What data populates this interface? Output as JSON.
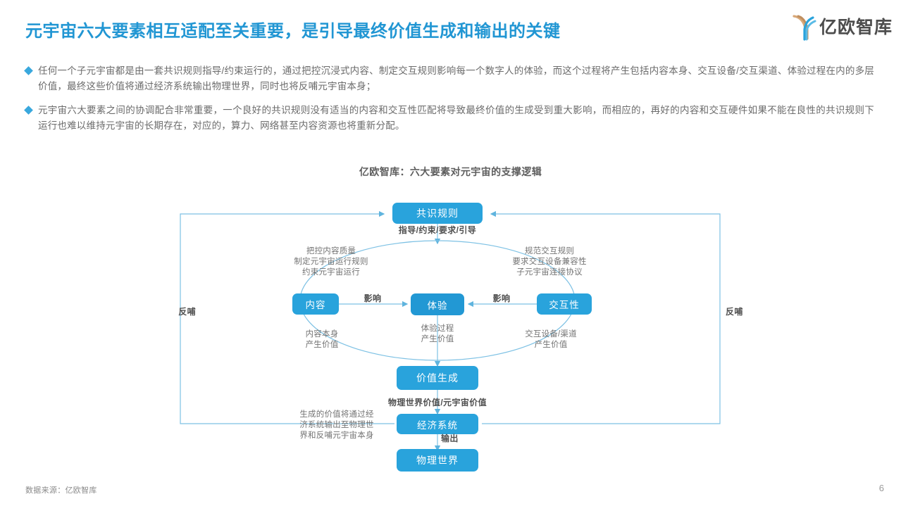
{
  "header": {
    "title": "元宇宙六大要素相互适配至关重要，是引导最终价值生成和输出的关键",
    "logo_wordmark": "亿欧智库",
    "accent_color": "#2196d3"
  },
  "bullets": [
    "任何一个子元宇宙都是由一套共识规则指导/约束运行的，通过把控沉浸式内容、制定交互规则影响每一个数字人的体验，而这个过程将产生包括内容本身、交互设备/交互渠道、体验过程在内的多层价值，最终这些价值将通过经济系统输出物理世界，同时也将反哺元宇宙本身；",
    "元宇宙六大要素之间的协调配合非常重要，一个良好的共识规则没有适当的内容和交互性匹配将导致最终价值的生成受到重大影响，而相应的，再好的内容和交互硬件如果不能在良性的共识规则下运行也难以维持元宇宙的长期存在，对应的，算力、网络甚至内容资源也将重新分配。"
  ],
  "chart_data": {
    "type": "diagram",
    "title": "亿欧智库：六大要素对元宇宙的支撑逻辑",
    "node_color": "#29a3dc",
    "line_color": "#6bb8e0",
    "nodes": [
      {
        "id": "consensus",
        "label": "共识规则"
      },
      {
        "id": "content",
        "label": "内容"
      },
      {
        "id": "experience",
        "label": "体验"
      },
      {
        "id": "interactivity",
        "label": "交互性"
      },
      {
        "id": "value_generation",
        "label": "价值生成"
      },
      {
        "id": "economic_system",
        "label": "经济系统"
      },
      {
        "id": "physical_world",
        "label": "物理世界"
      }
    ],
    "edge_labels": [
      {
        "id": "guide",
        "text": "指导/约束/要求/引导",
        "bold": true
      },
      {
        "id": "influence-left",
        "text": "影响",
        "bold": true
      },
      {
        "id": "influence-right",
        "text": "影响",
        "bold": true
      },
      {
        "id": "value-type",
        "text": "物理世界价值/元宇宙价值",
        "bold": true
      },
      {
        "id": "output",
        "text": "输出",
        "bold": true
      },
      {
        "id": "feedback-left",
        "text": "反哺",
        "bold": true
      },
      {
        "id": "feedback-right",
        "text": "反哺",
        "bold": true
      }
    ],
    "annotations": [
      {
        "id": "content-rules",
        "text": "把控内容质量\n制定元宇宙运行规则\n约束元宇宙运行"
      },
      {
        "id": "interaction-rules",
        "text": "规范交互规则\n要求交互设备兼容性\n子元宇宙连接协议"
      },
      {
        "id": "content-value",
        "text": "内容本身\n产生价值"
      },
      {
        "id": "experience-value",
        "text": "体验过程\n产生价值"
      },
      {
        "id": "interaction-value",
        "text": "交互设备/渠道\n产生价值"
      },
      {
        "id": "economic-output",
        "text": "生成的价值将通过经\n济系统输出至物理世\n界和反哺元宇宙本身"
      }
    ]
  },
  "footer": {
    "source": "数据来源：亿欧智库",
    "page_number": "6"
  }
}
